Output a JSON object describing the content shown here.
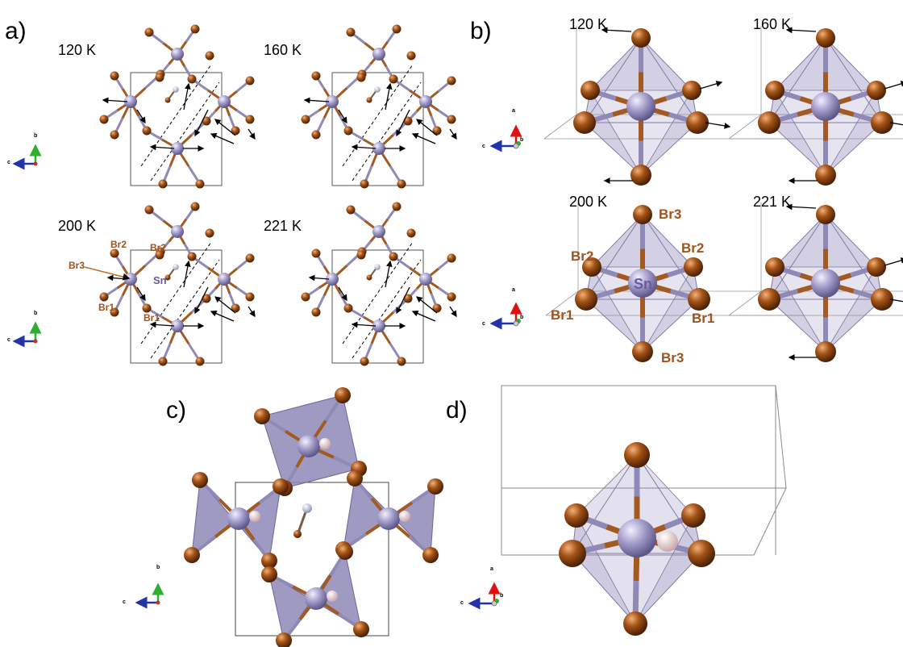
{
  "panels": {
    "a": {
      "label": "a)",
      "temps": [
        "120 K",
        "160 K",
        "200 K",
        "221 K"
      ],
      "atom_labels": {
        "br2_left": "Br2",
        "br2_right": "Br2",
        "br3": "Br3",
        "sn": "Sn",
        "br1_left": "Br1",
        "br1_right": "Br1"
      }
    },
    "b": {
      "label": "b)",
      "temps": [
        "120 K",
        "160 K",
        "200 K",
        "221 K"
      ],
      "atom_labels": {
        "br3_top": "Br3",
        "br2_left": "Br2",
        "br2_right": "Br2",
        "sn": "Sn",
        "br1_left": "Br1",
        "br1_right": "Br1",
        "br3_bottom": "Br3"
      }
    },
    "c": {
      "label": "c)"
    },
    "d": {
      "label": "d)"
    }
  },
  "axes": {
    "a": "a",
    "b": "b",
    "c": "c"
  },
  "colors": {
    "bromine": "#9a4b12",
    "tin": "#9d97c7",
    "octahedron": "#8e88b6",
    "label": "#a0531d",
    "sn_label": "#6a5a9c",
    "axis_a": "#e01010",
    "axis_b": "#2fae2f",
    "axis_c": "#2233aa"
  }
}
